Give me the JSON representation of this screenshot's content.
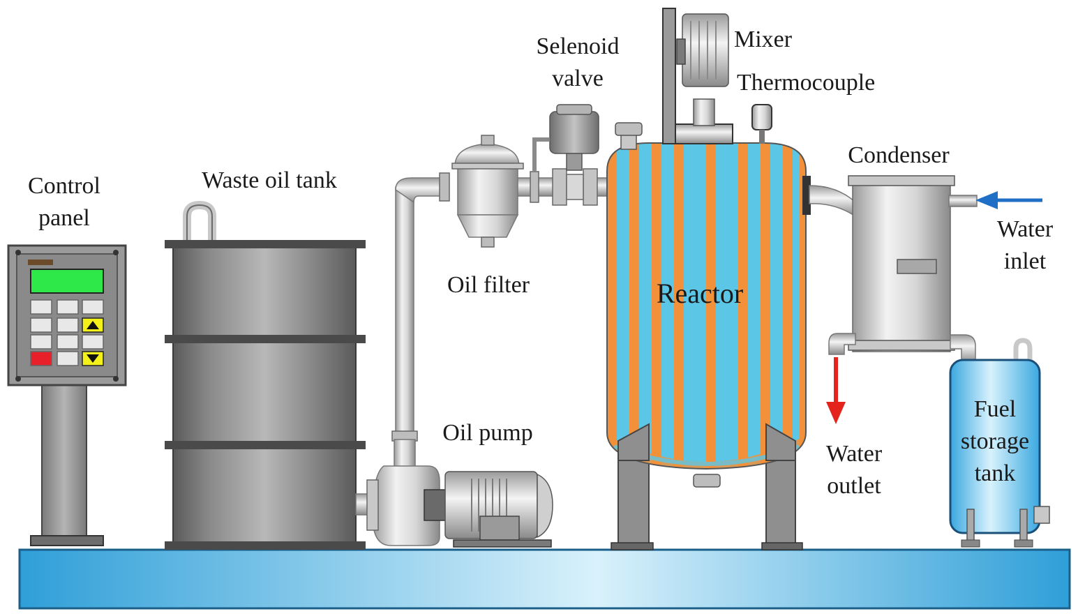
{
  "labels": {
    "control_panel": [
      "Control",
      "panel"
    ],
    "waste_oil_tank": "Waste oil tank",
    "selenoid_valve": [
      "Selenoid",
      "valve"
    ],
    "mixer": "Mixer",
    "thermocouple": "Thermocouple",
    "condenser": "Condenser",
    "water_inlet": [
      "Water",
      "inlet"
    ],
    "oil_filter": "Oil filter",
    "reactor": "Reactor",
    "oil_pump": "Oil pump",
    "water_outlet": [
      "Water",
      "outlet"
    ],
    "fuel_storage_tank": [
      "Fuel",
      "storage",
      "tank"
    ]
  },
  "colors": {
    "reactor_blue": "#5cc6e6",
    "reactor_orange": "#f2913a",
    "barrel_gray": "#8c8c8c",
    "base_blue": "#4fb8e6",
    "water_inlet_arrow": "#1f6fc6",
    "water_outlet_arrow": "#e3231c",
    "panel_display": "#2ee84a",
    "panel_red_key": "#e8202a",
    "panel_yellow_key": "#f4f01a"
  }
}
